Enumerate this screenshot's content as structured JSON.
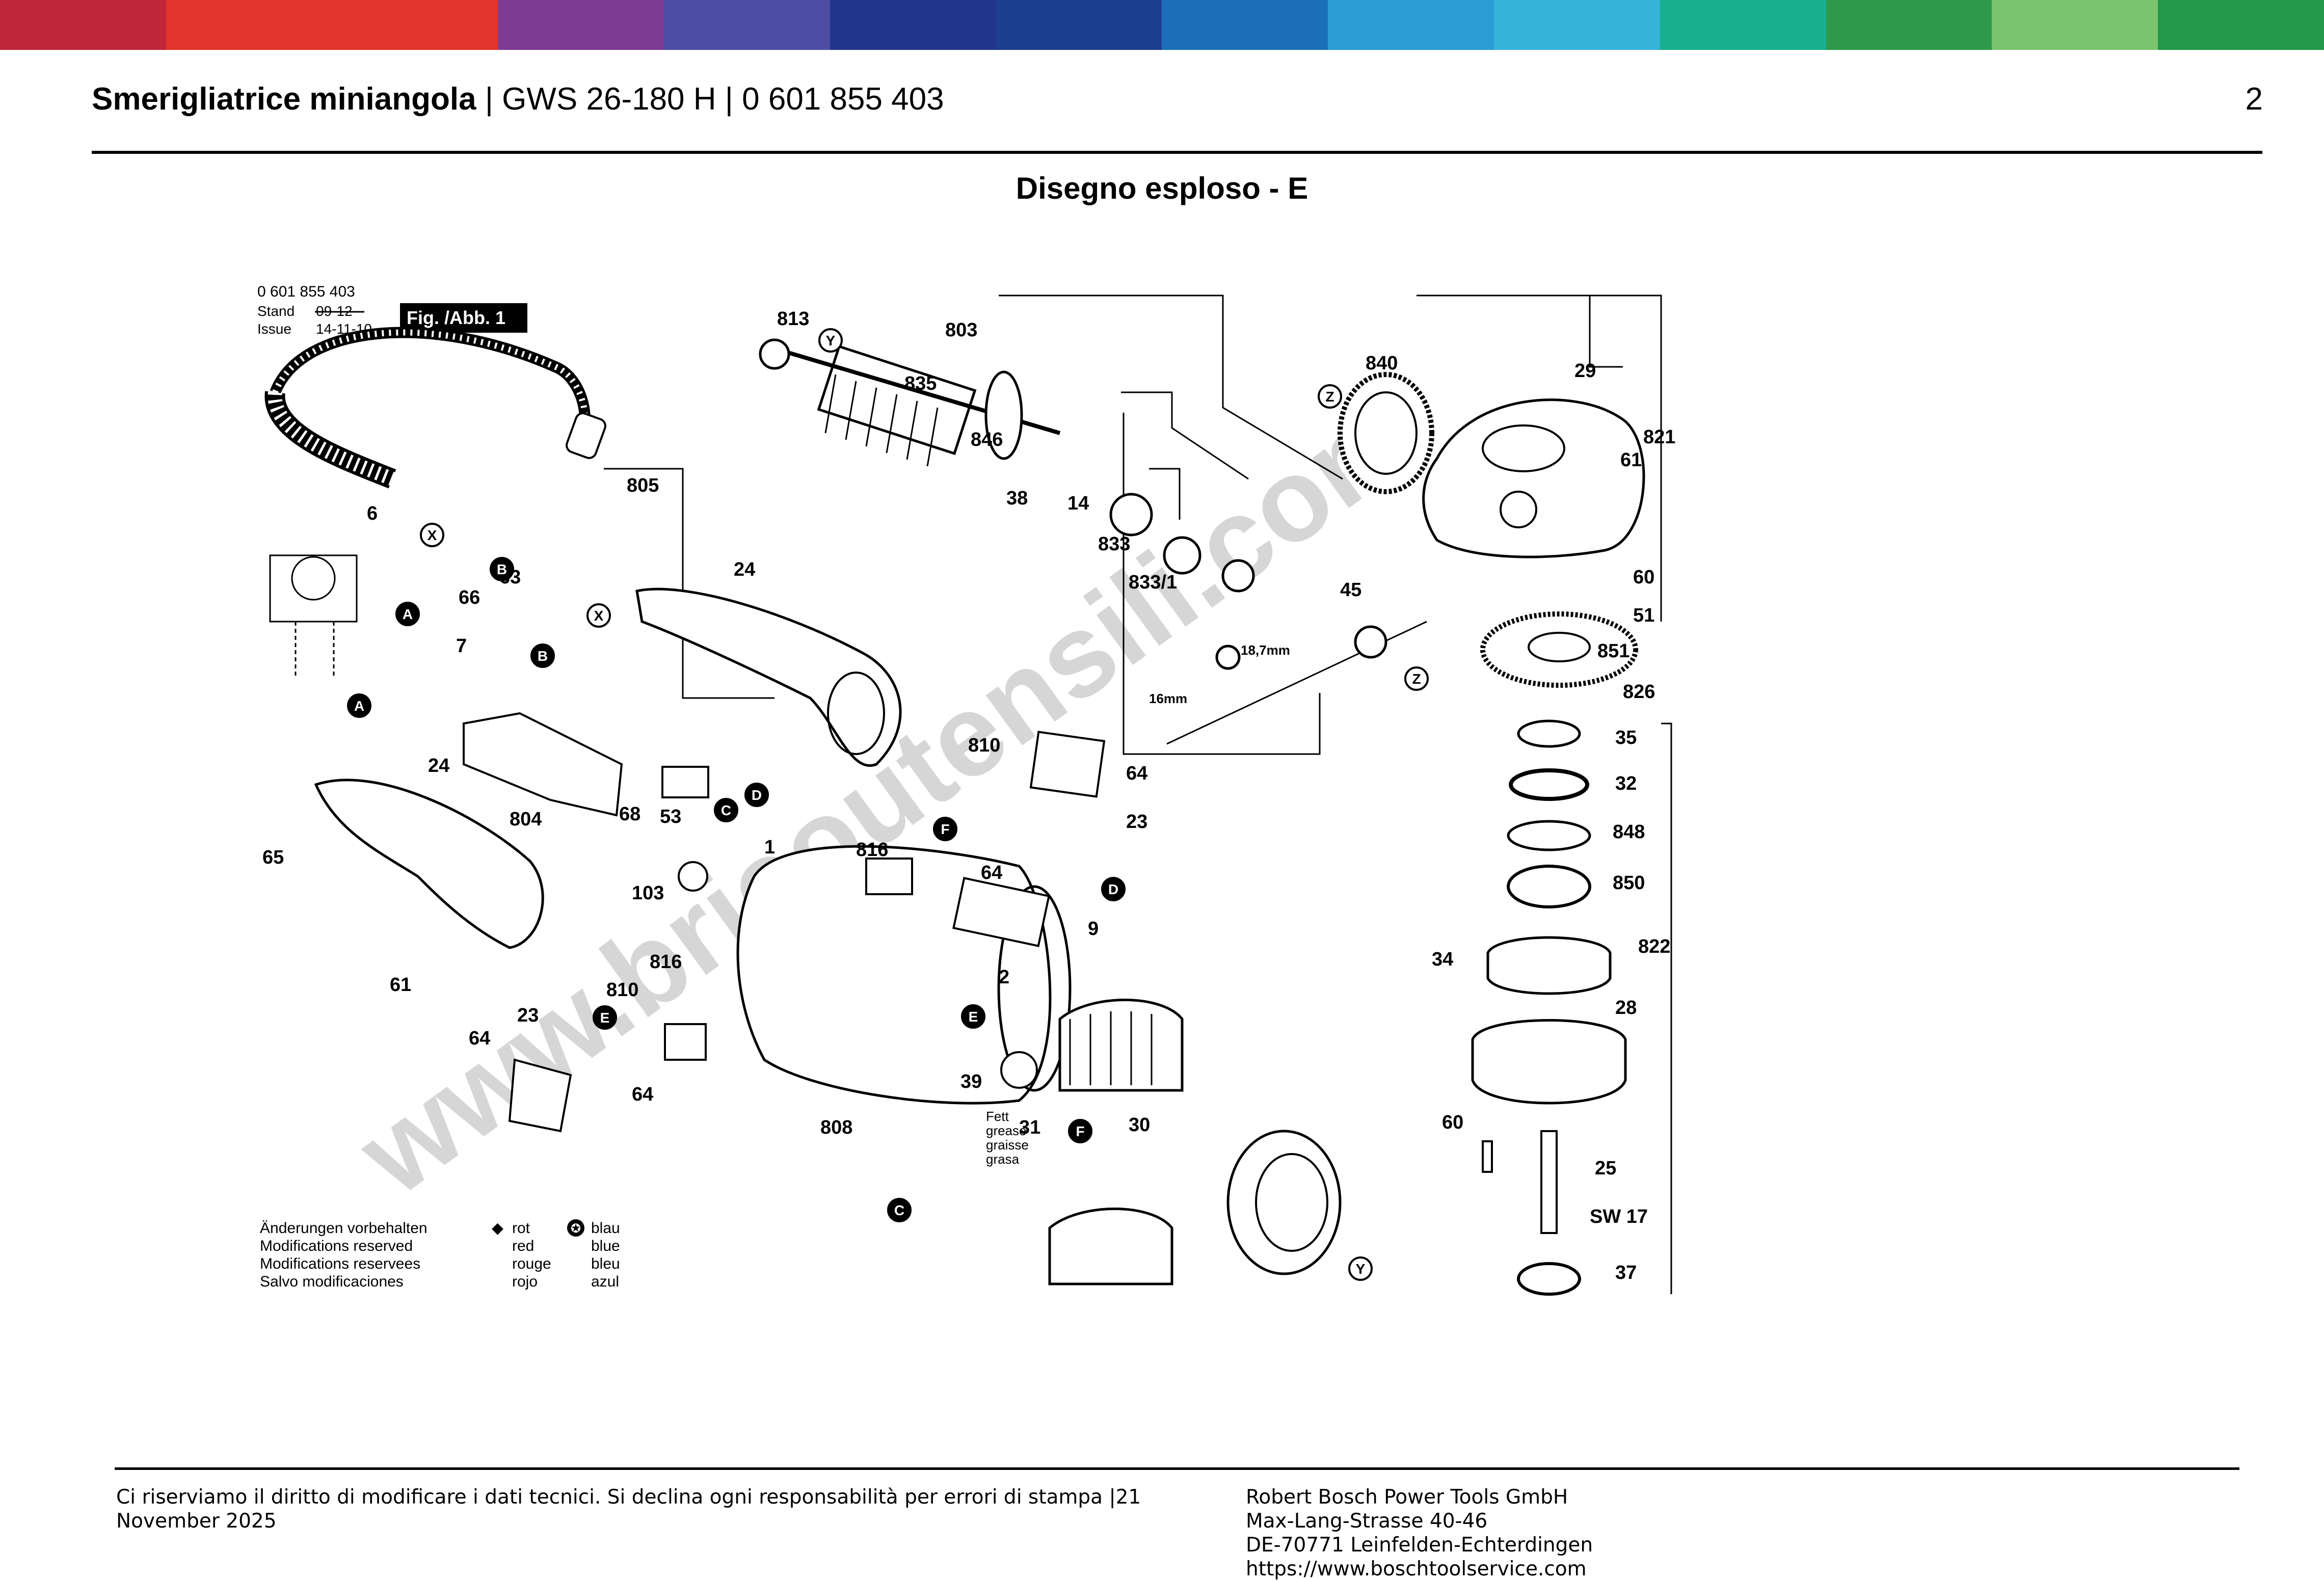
{
  "brand_bar_colors": [
    "#c0263a",
    "#e2342a",
    "#e2342a",
    "#7d3b93",
    "#4d4ea3",
    "#22358c",
    "#1c3f8f",
    "#1b6fb8",
    "#2b9dd4",
    "#35b3d9",
    "#19b08f",
    "#2c9a4a",
    "#7bc46f",
    "#23974a"
  ],
  "header": {
    "title": "Smerigliatrice miniangola",
    "separator": "|",
    "model": "GWS 26-180 H",
    "part_number": "0 601 855 403",
    "page_number": "2"
  },
  "section_title": "Disegno esploso - E",
  "diagram": {
    "ref_number": "0 601 855 403",
    "stand_label": "Stand",
    "issue_label": "Issue",
    "old_date": "09-12",
    "date": "14-11-10",
    "figure_label": "Fig. /Abb. 1",
    "watermark": "www.bricoutensili.com",
    "part_labels": [
      "805",
      "6",
      "66",
      "63",
      "7",
      "24",
      "24",
      "804",
      "68",
      "53",
      "65",
      "61",
      "813",
      "803",
      "835",
      "846",
      "38",
      "14",
      "833",
      "833/1",
      "810",
      "64",
      "23",
      "816",
      "64",
      "9",
      "1",
      "103",
      "816",
      "810",
      "23",
      "64",
      "64",
      "2",
      "39",
      "808",
      "31",
      "30",
      "840",
      "29",
      "61",
      "821",
      "60",
      "51",
      "851",
      "826",
      "45",
      "35",
      "32",
      "848",
      "850",
      "822",
      "34",
      "28",
      "60",
      "25",
      "SW 17",
      "37",
      "18,7mm",
      "16mm"
    ],
    "connector_letters": [
      "X",
      "B",
      "A",
      "B",
      "A",
      "X",
      "C",
      "D",
      "Y",
      "Z",
      "Z",
      "F",
      "D",
      "E",
      "E",
      "C",
      "F",
      "Y"
    ],
    "grease_lines": [
      "Fett",
      "grease",
      "graisse",
      "grasa"
    ],
    "notes": [
      "Änderungen vorbehalten",
      "Modifications reserved",
      "Modifications reservees",
      "Salvo modificaciones"
    ],
    "legend_red": [
      "rot",
      "red",
      "rouge",
      "rojo"
    ],
    "legend_blue": [
      "blau",
      "blue",
      "bleu",
      "azul"
    ]
  },
  "footer": {
    "disclaimer": "Ci riserviamo il diritto di modificare i dati tecnici. Si declina ogni responsabilità per errori di stampa |21 November 2025",
    "company": "Robert Bosch Power Tools GmbH",
    "street": "Max-Lang-Strasse 40-46",
    "city": "DE-70771 Leinfelden-Echterdingen",
    "website": "https://www.boschtoolservice.com"
  }
}
